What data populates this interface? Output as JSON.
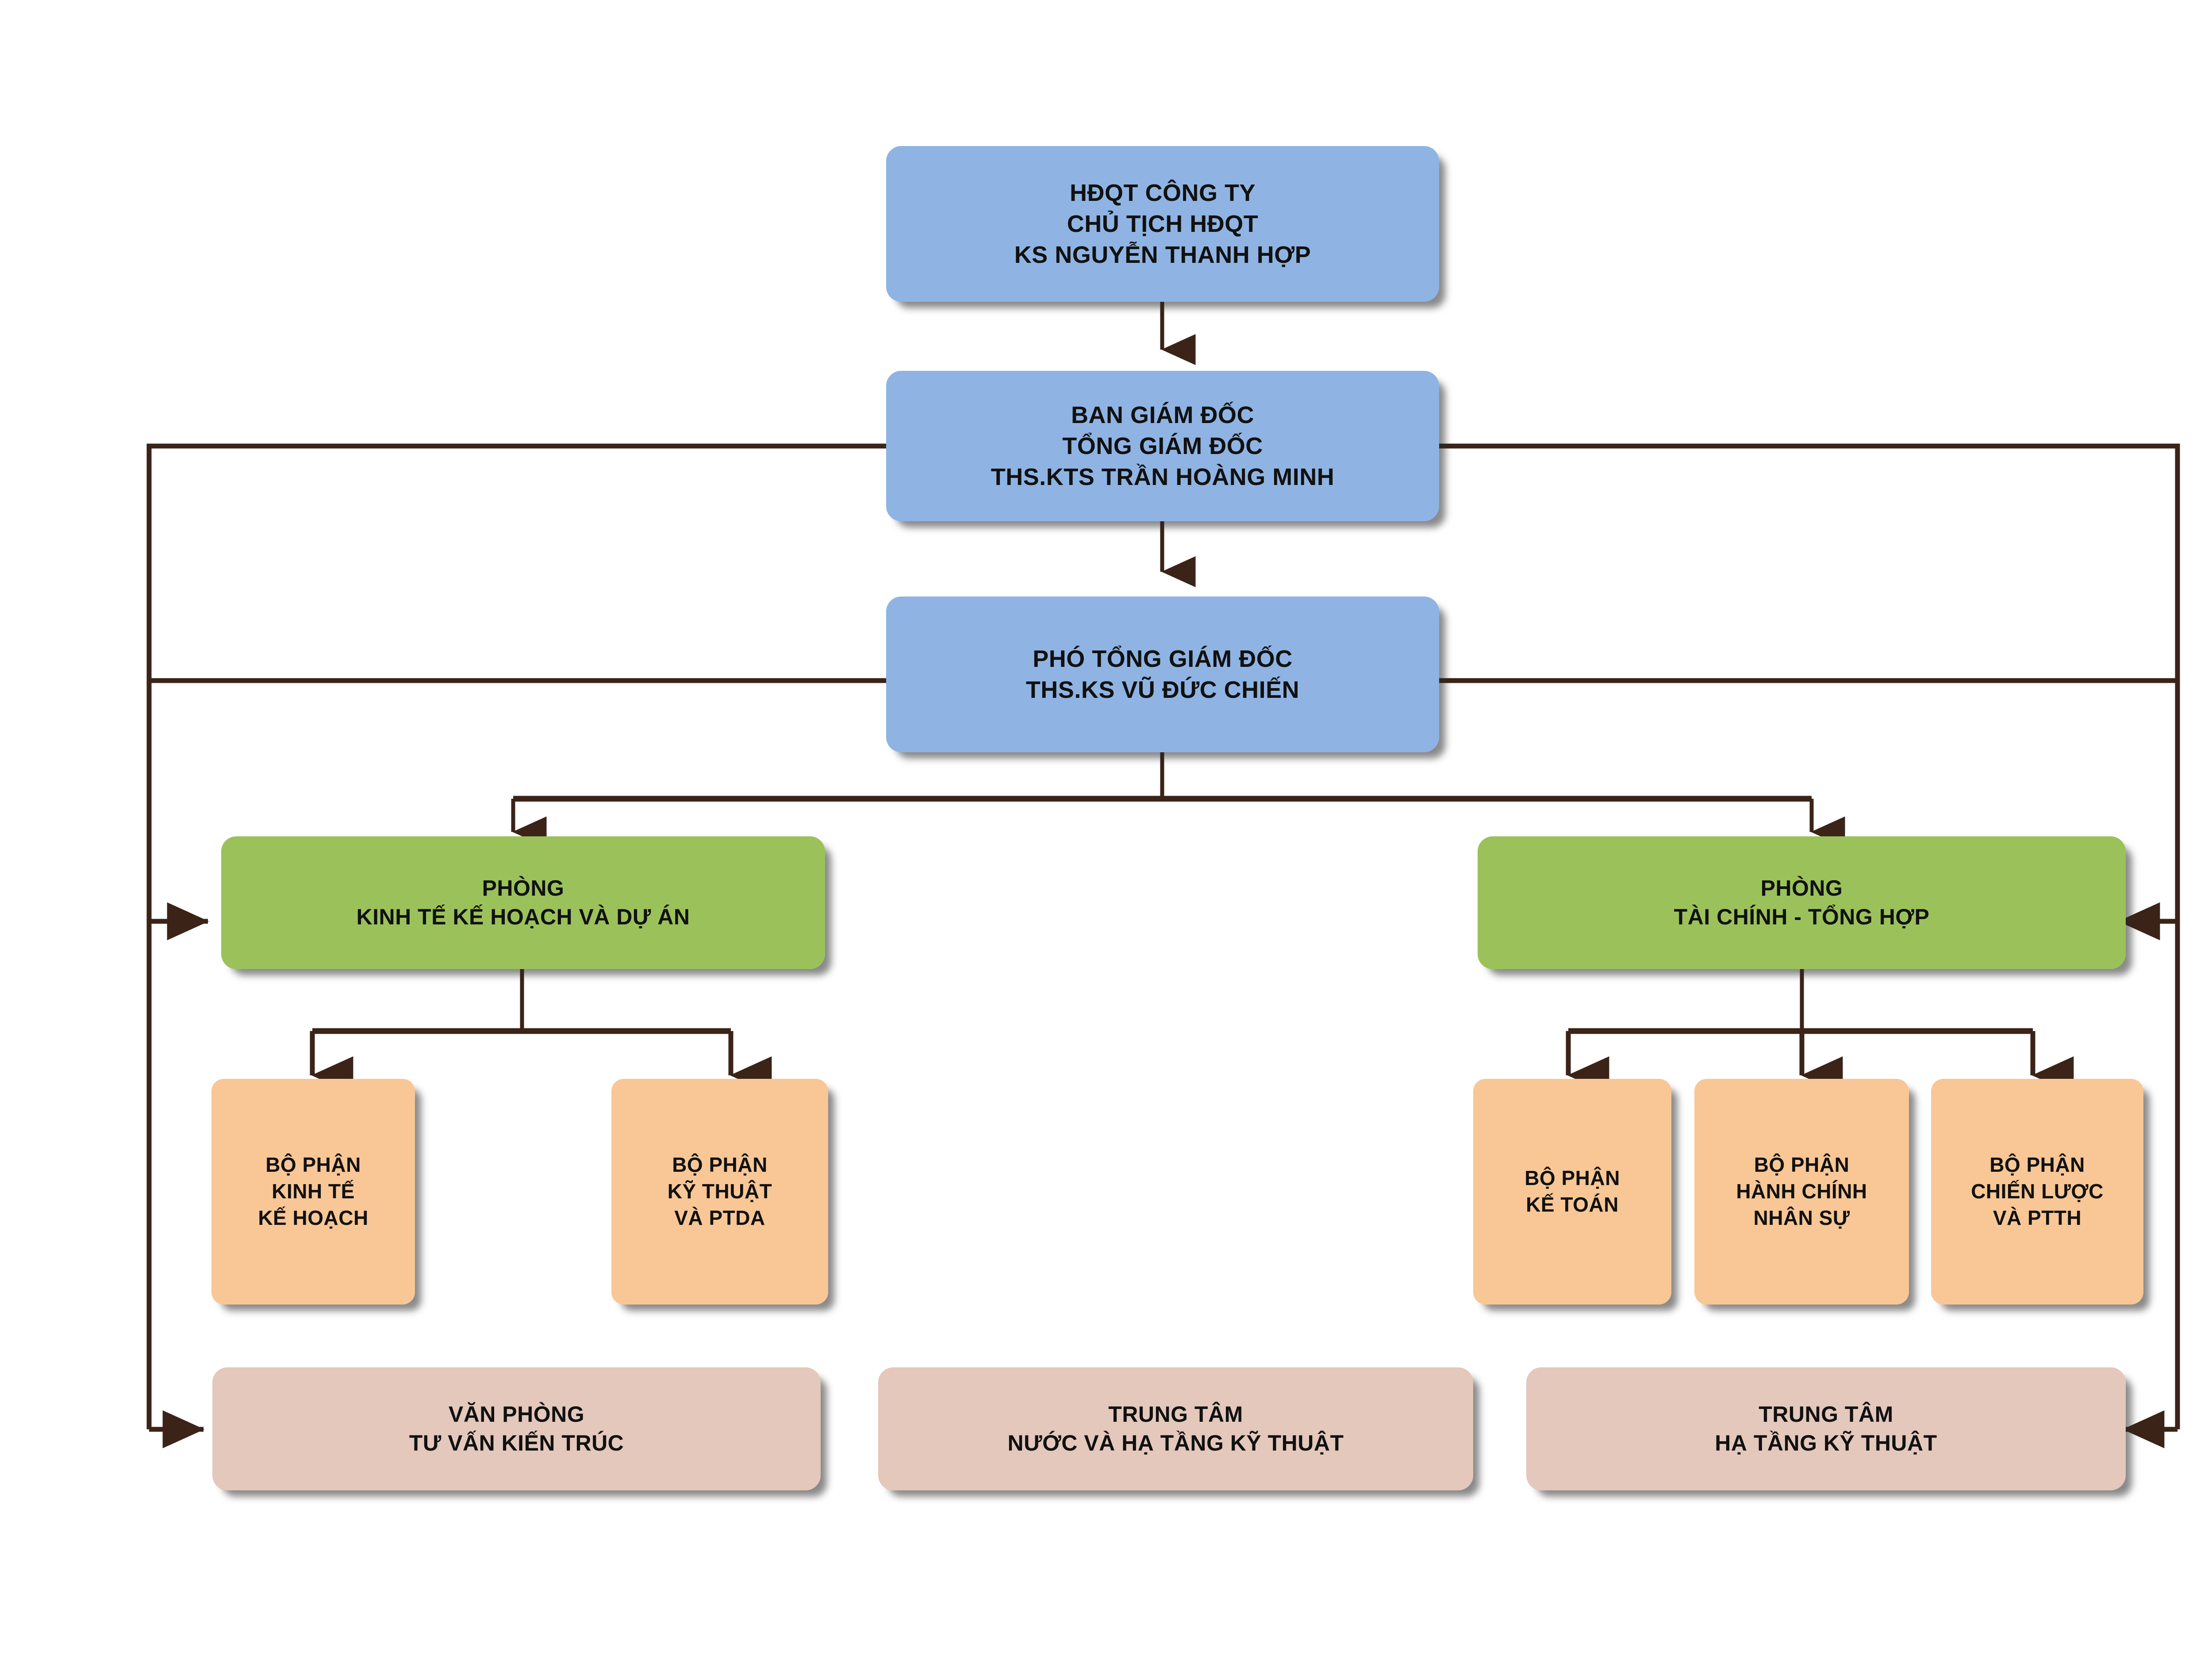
{
  "chart_title": "",
  "palette": {
    "board_blue": "#8FB4E3",
    "department_green": "#9BC25A",
    "unit_orange": "#F8C795",
    "center_beige": "#E3C8BB",
    "connector_brown": "#3B2318",
    "text": "#111111",
    "page_background": "#FFFFFF"
  },
  "nodes": {
    "board": {
      "line1": "HĐQT CÔNG TY",
      "line2": "CHỦ TỊCH HĐQT",
      "line3": "KS NGUYỄN THANH HỢP"
    },
    "director_board": {
      "line1": "BAN GIÁM ĐỐC",
      "line2": "TỔNG GIÁM ĐỐC",
      "line3": "THS.KTS TRẦN HOÀNG MINH"
    },
    "deputy_director": {
      "line1": "PHÓ TỔNG GIÁM ĐỐC",
      "line2": "THS.KS VŨ ĐỨC CHIẾN"
    },
    "dept_planning": {
      "line1": "PHÒNG",
      "line2": "KINH TẾ KẾ HOẠCH VÀ DỰ ÁN"
    },
    "dept_finance": {
      "line1": "PHÒNG",
      "line2": "TÀI CHÍNH - TỔNG HỢP"
    },
    "unit_economics": {
      "line1": "BỘ PHẬN",
      "line2": "KINH TẾ",
      "line3": "KẾ HOẠCH"
    },
    "unit_technical": {
      "line1": "BỘ PHẬN",
      "line2": "KỸ THUẬT",
      "line3": "VÀ PTDA"
    },
    "unit_accounting": {
      "line1": "BỘ PHẬN",
      "line2": "KẾ TOÁN"
    },
    "unit_admin_hr": {
      "line1": "BỘ PHẬN",
      "line2": "HÀNH CHÍNH",
      "line3": "NHÂN SỰ"
    },
    "unit_strategy": {
      "line1": "BỘ PHẬN",
      "line2": "CHIẾN LƯỢC",
      "line3": "VÀ PTTH"
    },
    "office_architecture": {
      "line1": "VĂN PHÒNG",
      "line2": "TƯ VẤN KIẾN TRÚC"
    },
    "center_water": {
      "line1": "TRUNG TÂM",
      "line2": "NƯỚC VÀ HẠ TẦNG KỸ THUẬT"
    },
    "center_infra": {
      "line1": "TRUNG TÂM",
      "line2": "HẠ TẦNG KỸ THUẬT"
    }
  }
}
